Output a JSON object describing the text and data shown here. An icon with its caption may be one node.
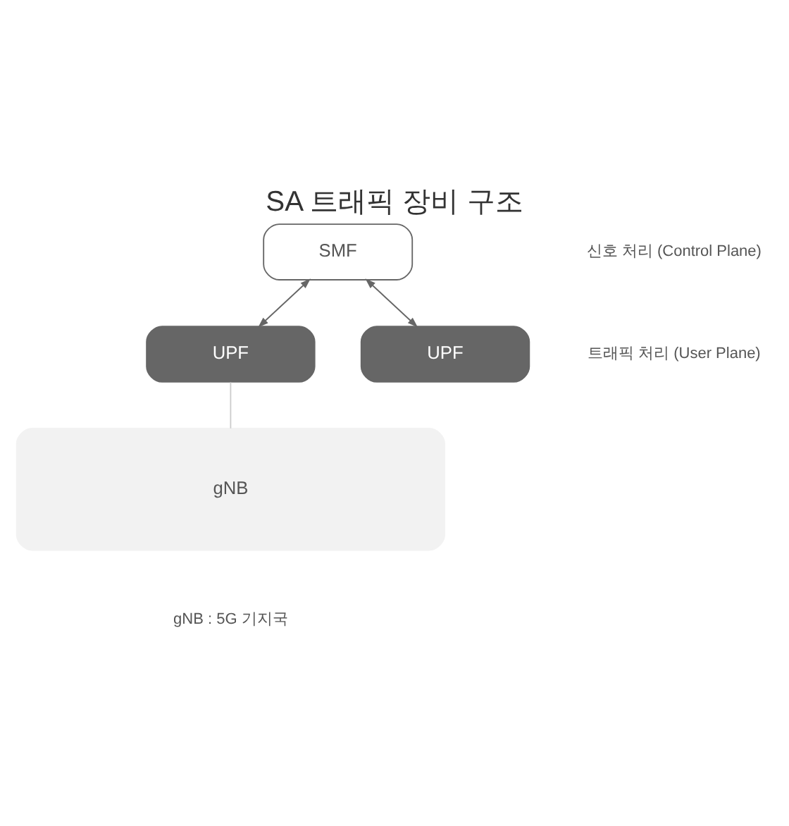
{
  "diagram": {
    "title": "SA 트래픽 장비 구조",
    "nodes": [
      {
        "text": [
          "SMF"
        ]
      },
      {
        "text": [
          "UPF"
        ]
      },
      {
        "text": [
          "UPF"
        ]
      },
      {
        "text": [
          "gNB"
        ]
      }
    ],
    "edges": [
      {
        "from": 0,
        "to": 1,
        "arrow": "both"
      },
      {
        "from": 0,
        "to": 2,
        "arrow": "both"
      },
      {
        "from": 1,
        "to": 3,
        "arrow": "none",
        "color": "#cccccc"
      }
    ],
    "labels": [
      "신호 처리 (Control Plane)",
      "트래픽 처리 (User Plane)",
      "gNB : 5G 기지국"
    ]
  }
}
